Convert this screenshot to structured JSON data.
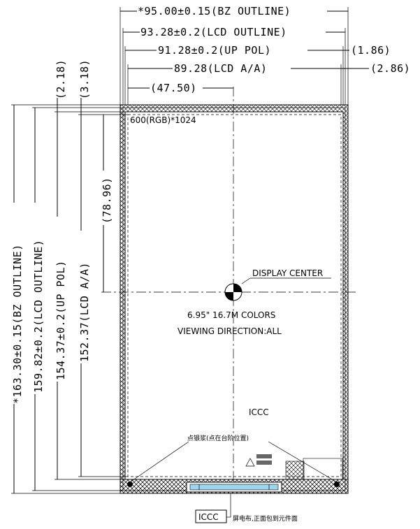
{
  "dimensions_horizontal": {
    "bz_outline": "*95.00±0.15(BZ OUTLINE)",
    "lcd_outline": "93.28±0.2(LCD OUTLINE)",
    "up_pol": "91.28±0.2(UP POL)",
    "up_pol_offset": "(1.86)",
    "lcd_aa": "89.28(LCD A/A)",
    "lcd_aa_offset": "(2.86)",
    "center_offset": "(47.50)"
  },
  "dimensions_vertical": {
    "bz_outline": "*163.30±0.15(BZ OUTLINE)",
    "lcd_outline": "159.82±0.2(LCD OUTLINE)",
    "up_pol": "154.37±0.2(UP POL)",
    "lcd_aa": "152.37(LCD A/A)",
    "offset_a": "(2.18)",
    "offset_b": "(3.18)",
    "center_offset": "(78.96)"
  },
  "panel": {
    "resolution": "600(RGB)*1024",
    "display_center": "DISPLAY CENTER",
    "size_colors": "6.95\" 16.7M COLORS",
    "viewing_direction": "VIEWING DIRECTION:ALL",
    "marker_top": "ICCC",
    "dispensing_note": "点银浆(点在台阶位置)",
    "bottom_box": "ICCC",
    "bottom_note": "屏电布,正面包到元件面"
  }
}
